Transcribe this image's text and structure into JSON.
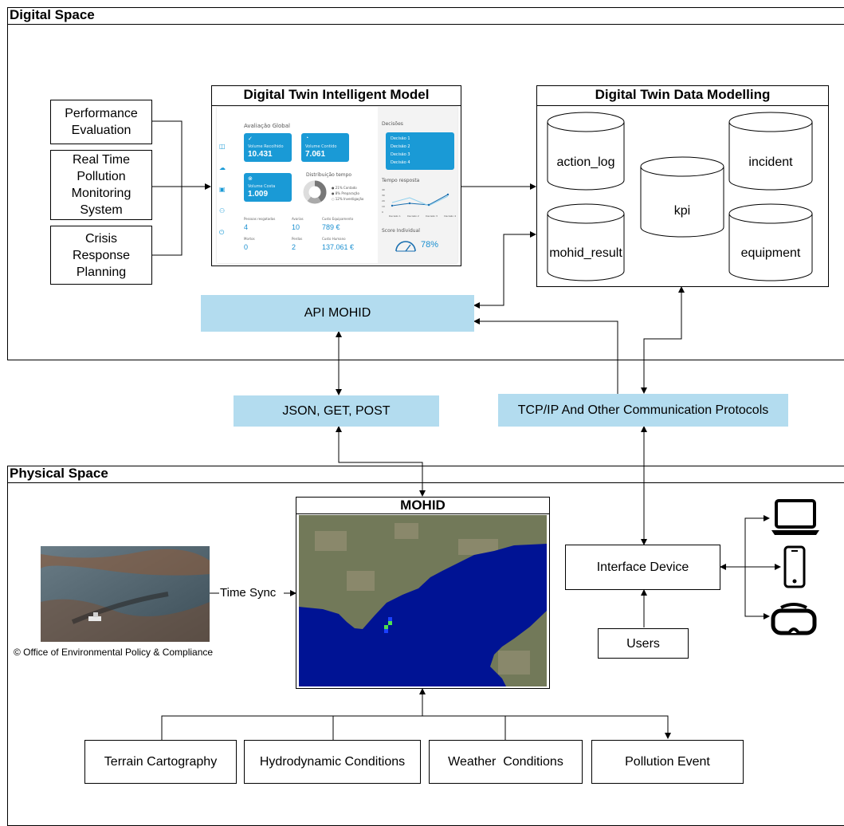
{
  "digital_space": {
    "title": "Digital Space"
  },
  "physical_space": {
    "title": "Physical Space"
  },
  "inputs": {
    "performance": "Performance Evaluation",
    "realtime": "Real Time Pollution Monitoring System",
    "crisis": "Crisis Response Planning"
  },
  "dtim": {
    "title": "Digital Twin Intelligent Model",
    "avaliacao": "Avaliação Global",
    "vol_rec_label": "Volume Recolhido",
    "vol_rec_value": "10.431",
    "vol_cont_label": "Volume Contido",
    "vol_cont_value": "7.061",
    "vol_costa_label": "Volume Costa",
    "vol_costa_value": "1.009",
    "distrib": "Distribuição tempo",
    "legend": [
      "21% Contado",
      "8% Preparação",
      "12% Investigação"
    ],
    "pessoas_label": "Pessoas resgatadas",
    "pessoas_value": "4",
    "avarias_label": "Avarias",
    "avarias_value": "10",
    "custo_eq_label": "Custo Equipamento",
    "custo_eq_value": "789 €",
    "mortos_label": "Mortos",
    "mortos_value": "0",
    "perdas_label": "Perdas",
    "perdas_value": "2",
    "custo_hum_label": "Custo Humano",
    "custo_hum_value": "137.061 €",
    "decisoes": "Decisões",
    "decisao_items": [
      "Decisão 1",
      "Decisão 2",
      "Decisão 3",
      "Decisão 4"
    ],
    "tempo": "Tempo resposta",
    "tempo_x": [
      "Decisão 1",
      "Decisão 2",
      "Decisão 3",
      "Decisão 4"
    ],
    "tempo_y": [
      "40",
      "30",
      "20",
      "10",
      "0"
    ],
    "score": "Score Individual",
    "score_value": "78%"
  },
  "dtdm": {
    "title": "Digital Twin Data Modelling",
    "dbs": {
      "action_log": "action_log",
      "incident": "incident",
      "kpi": "kpi",
      "mohid_result": "mohid_result",
      "equipment": "equipment"
    }
  },
  "api": "API MOHID",
  "json": "JSON, GET, POST",
  "tcp": "TCP/IP And Other Communication Protocols",
  "mohid": {
    "title": "MOHID"
  },
  "time_sync": "Time Sync",
  "copyright": "© Office of Environmental Policy & Compliance",
  "interface_device": "Interface Device",
  "users": "Users",
  "bottom": {
    "terrain": "Terrain Cartography",
    "hydro": "Hydrodynamic Conditions",
    "weather": "Weather  Conditions",
    "pollution": "Pollution Event"
  },
  "colors": {
    "light_blue": "#b3dcef",
    "dash_blue": "#1a9ad6",
    "sea": "#0a1a8c"
  }
}
